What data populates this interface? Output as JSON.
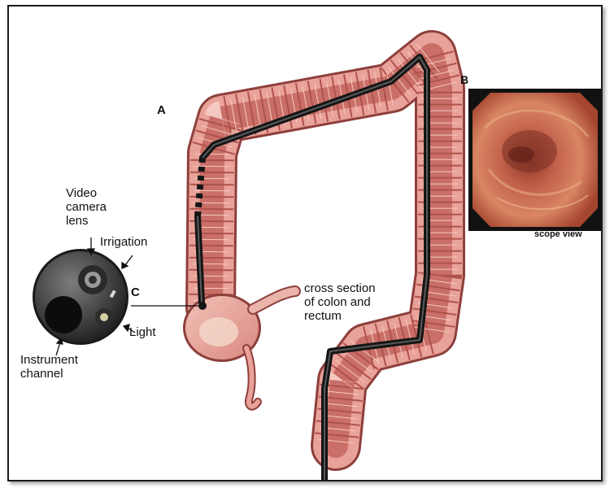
{
  "labels": {
    "a": "A",
    "b": "B",
    "c": "C",
    "scope_view": "scope view",
    "cross_section": [
      "cross section",
      "of colon and",
      "rectum"
    ],
    "video_camera_lens": [
      "Video",
      "camera",
      "lens"
    ],
    "irrigation": "Irrigation",
    "light": "Light",
    "instrument_channel": [
      "Instrument",
      "channel"
    ]
  },
  "colors": {
    "colon_fill": "#e9a29a",
    "colon_dark": "#b85a55",
    "colon_stroke": "#8e3f3c",
    "scope": "#151515",
    "scope_view_bg": "#b9543c"
  }
}
